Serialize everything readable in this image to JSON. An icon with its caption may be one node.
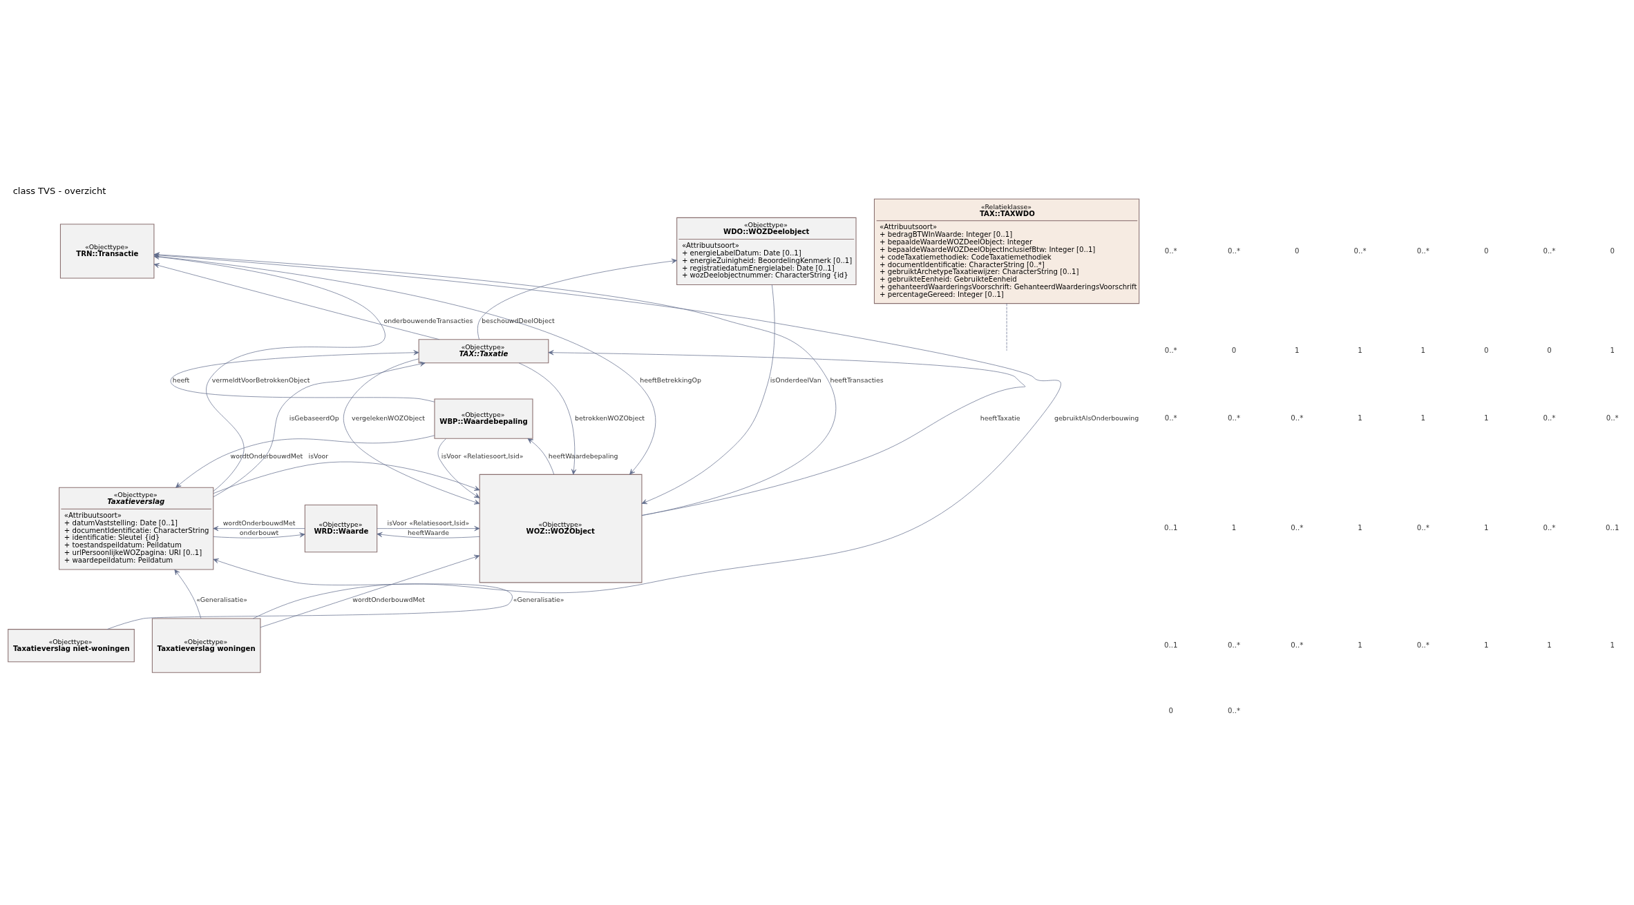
{
  "diagram": {
    "title": "class TVS - overzicht",
    "nodes": [
      {
        "text": [
          "«Objecttype»",
          "TRN::Transactie"
        ]
      },
      {
        "text": [
          "«Objecttype»",
          "WDO::WOZDeelobject",
          "«Attribuutsoort»",
          "+ energieLabelDatum: Date [0..1]",
          "+ energieZuinigheid: BeoordelingKenmerk [0..1]",
          "+ registratiedatumEnergielabel: Date [0..1]",
          "+ wozDeelobjectnummer: CharacterString {id}"
        ]
      },
      {
        "text": [
          "«Relatieklasse»",
          "TAX::TAXWDO",
          "«Attribuutsoort»",
          "+ bedragBTWInWaarde: Integer [0..1]",
          "+ bepaaldeWaardeWOZDeelObject: Integer",
          "+ bepaaldeWaardeWOZDeelObjectInclusiefBtw: Integer [0..1]",
          "+ codeTaxatiemethodiek: CodeTaxatiemethodiek",
          "+ documentIdentificatie: CharacterString [0..*]",
          "+ gebruiktArchetypeTaxatiewijzer: CharacterString [0..1]",
          "+ gebruikteEenheid: GebruikteEenheid",
          "+ gehanteerdWaarderingsVoorschrift: GehanteerdWaarderingsVoorschrift",
          "+ percentageGereed: Integer [0..1]"
        ]
      },
      {
        "text": [
          "«Objecttype»",
          "TAX::Taxatie"
        ]
      },
      {
        "text": [
          "«Objecttype»",
          "WBP::Waardebepaling"
        ]
      },
      {
        "text": [
          "«Objecttype»",
          "Taxatieverslag",
          "«Attribuutsoort»",
          "+ datumVaststelling: Date [0..1]",
          "+ documentIdentificatie: CharacterString",
          "+ identificatie: Sleutel {id}",
          "+ toestandspeildatum: Peildatum",
          "+ urlPersoonlijkeWOZpagina: URI [0..1]",
          "+ waardepeildatum: Peildatum"
        ]
      },
      {
        "text": [
          "«Objecttype»",
          "WRD::Waarde"
        ]
      },
      {
        "text": [
          "«Objecttype»",
          "WOZ::WOZObject"
        ]
      },
      {
        "text": [
          "«Objecttype»",
          "Taxatieverslag woningen"
        ]
      },
      {
        "text": [
          "«Objecttype»",
          "Taxatieverslag niet-woningen"
        ]
      }
    ],
    "edges": [
      {
        "from": 7,
        "to": 0,
        "arrow": "to",
        "label": "heeftTransacties"
      },
      {
        "from": 0,
        "to": 7,
        "arrow": "to",
        "label": "heeftBetrekkingOp"
      },
      {
        "from": 3,
        "to": 0,
        "arrow": "to",
        "label": "onderbouwendeTransacties"
      },
      {
        "from": 8,
        "to": 0,
        "arrow": "to",
        "label": "gebruiktAlsOnderbouwing"
      },
      {
        "from": 5,
        "to": 0,
        "arrow": "to",
        "label": "vermeldtVoorBetrokkenObject"
      },
      {
        "from": 5,
        "to": 3,
        "arrow": "to",
        "label": "isGebaseerdOp"
      },
      {
        "from": 4,
        "to": 3,
        "arrow": "to",
        "label": "heeft"
      },
      {
        "from": 4,
        "to": 5,
        "arrow": "to",
        "label": "wordtOnderbouwdMet"
      },
      {
        "from": 3,
        "to": 1,
        "arrow": "to",
        "label": "beschouwdDeelObject"
      },
      {
        "from": 7,
        "to": 3,
        "arrow": "to",
        "label": "heeftTaxatie"
      },
      {
        "from": 3,
        "to": 7,
        "arrow": "to",
        "label": "betrokkenWOZObject"
      },
      {
        "from": 3,
        "to": 7,
        "arrow": "to",
        "label": "vergelekenWOZObject"
      },
      {
        "from": 1,
        "to": 7,
        "arrow": "to",
        "label": "isOnderdeelVan"
      },
      {
        "from": 4,
        "to": 7,
        "arrow": "to",
        "label": "isVoor «Relatiesoort,Isid»"
      },
      {
        "from": 7,
        "to": 4,
        "arrow": "to",
        "label": "heeftWaardebepaling"
      },
      {
        "from": 5,
        "to": 6,
        "arrow": "to",
        "label": "onderbouwt"
      },
      {
        "from": 6,
        "to": 5,
        "arrow": "to",
        "label": "wordtOnderbouwdMet"
      },
      {
        "from": 7,
        "to": 6,
        "arrow": "to",
        "label": "heeftWaarde"
      },
      {
        "from": 6,
        "to": 7,
        "arrow": "to",
        "label": "isVoor «Relatiesoort,Isid»"
      },
      {
        "from": 5,
        "to": 7,
        "arrow": "to",
        "label": "isVoor"
      },
      {
        "from": 8,
        "to": 7,
        "arrow": "to",
        "label": "wordtOnderbouwdMet"
      },
      {
        "from": 8,
        "to": 5,
        "arrow": "to",
        "label": "«Generalisatie»"
      },
      {
        "from": 9,
        "to": 5,
        "arrow": "to",
        "label": "«Generalisatie»"
      },
      {
        "from": 2,
        "to": null,
        "arrow": "none",
        "style": "dashed"
      }
    ],
    "labels": [
      "0..*",
      "0..*",
      "0",
      "0..*",
      "0..*",
      "0",
      "0..*",
      "0",
      "0..*",
      "0",
      "1",
      "1",
      "1",
      "0",
      "0",
      "1",
      "0..*",
      "0..*",
      "0..*",
      "1",
      "1",
      "1",
      "0..*",
      "0..*",
      "0..1",
      "1",
      "0..*",
      "1",
      "0..*",
      "1",
      "0..*",
      "0..1",
      "0..1",
      "0..*",
      "0..*",
      "1",
      "0..*",
      "1",
      "1",
      "1",
      "0",
      "0..*"
    ]
  }
}
